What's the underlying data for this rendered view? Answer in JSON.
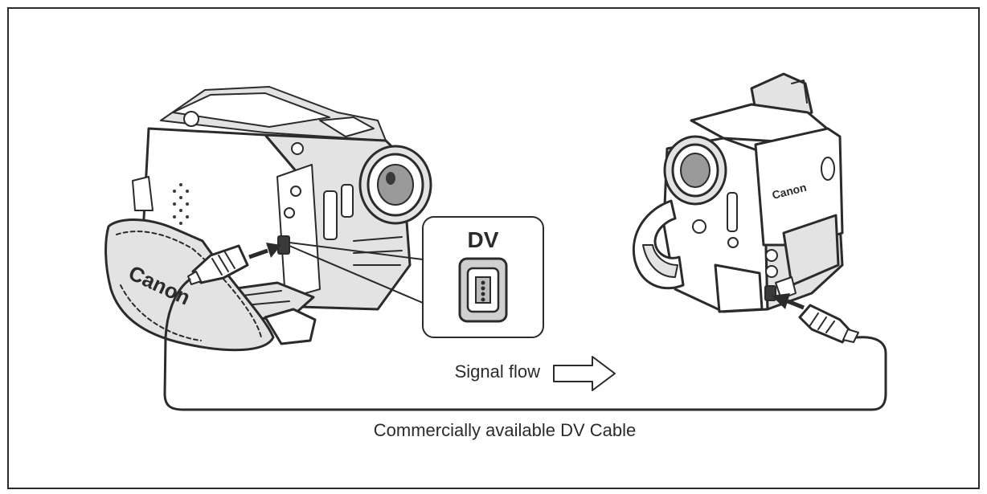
{
  "diagram": {
    "port_label": "DV",
    "brand_strap": "Canon",
    "brand_body": "Canon",
    "signal_flow_label": "Signal flow",
    "cable_label": "Commercially available DV Cable"
  },
  "colors": {
    "line": "#2b2b2b",
    "frame": "#2b2b2b",
    "fill_light": "#e3e3e3",
    "fill_mid": "#9a9a9a",
    "background": "#ffffff"
  }
}
